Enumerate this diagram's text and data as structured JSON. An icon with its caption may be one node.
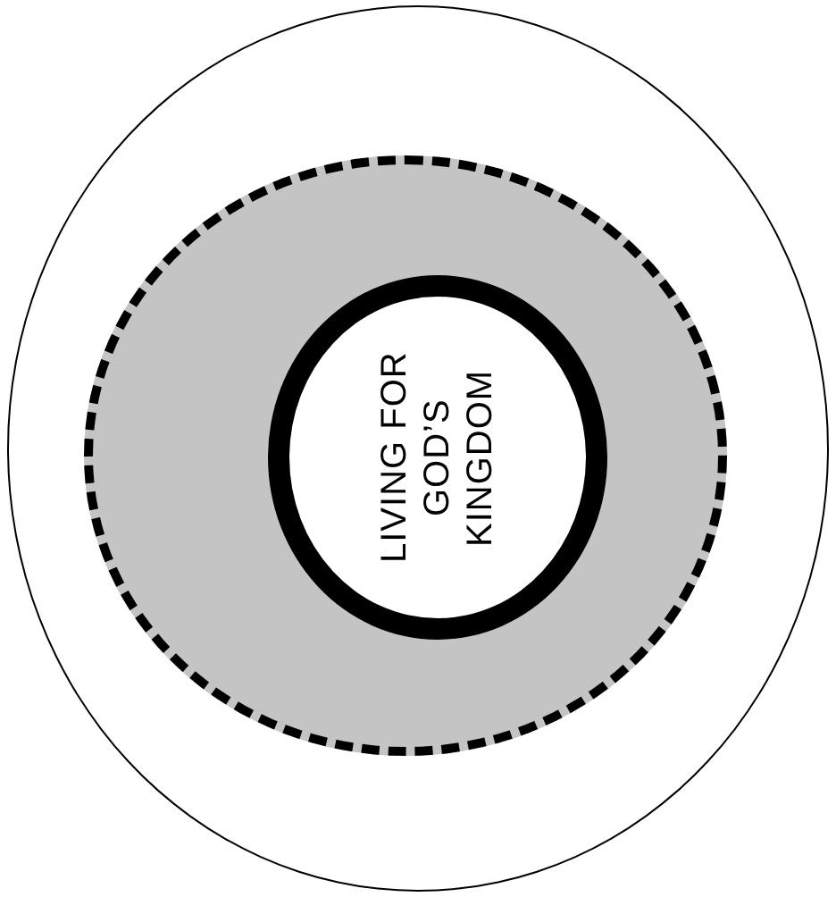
{
  "diagram": {
    "nodes": [
      {
        "text": [],
        "shape": "circle"
      },
      {
        "text": [],
        "shape": "circle",
        "in": 0
      },
      {
        "text": [
          "LIVING FOR GOD’S KINGDOM"
        ],
        "in": 1
      }
    ]
  }
}
